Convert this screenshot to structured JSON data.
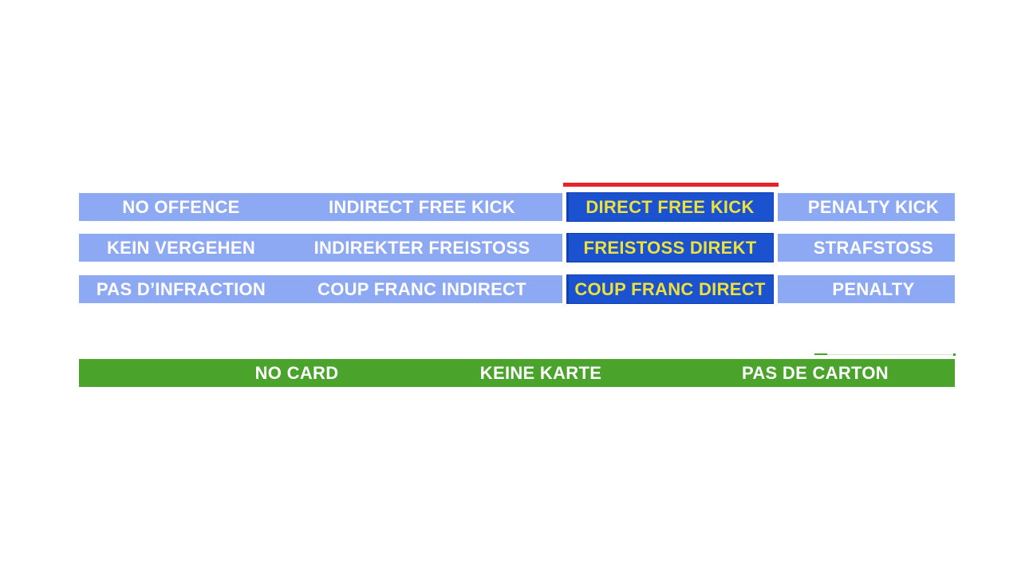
{
  "colors": {
    "option_light_blue": "#8DA9F3",
    "selected_dark_blue": "#1A52D0",
    "selected_border_blue": "#0A2D96",
    "selected_indicator_red": "#E8222B",
    "card_bar_green": "#4AA32B",
    "option_text_white": "#FFFFFF",
    "selected_text_yellow": "#EDE13C"
  },
  "decision_grid": {
    "rows": [
      [
        "NO OFFENCE",
        "INDIRECT FREE KICK",
        "DIRECT FREE KICK",
        "PENALTY KICK"
      ],
      [
        "KEIN VERGEHEN",
        "INDIREKTER FREISTOSS",
        "FREISTOSS DIREKT",
        "STRAFSTOSS"
      ],
      [
        "PAS D’INFRACTION",
        "COUP FRANC INDIRECT",
        "COUP FRANC DIRECT",
        "PENALTY"
      ]
    ],
    "selected_column_index": 2
  },
  "card_bar": {
    "labels": [
      "NO CARD",
      "KEINE KARTE",
      "PAS DE CARTON"
    ]
  }
}
